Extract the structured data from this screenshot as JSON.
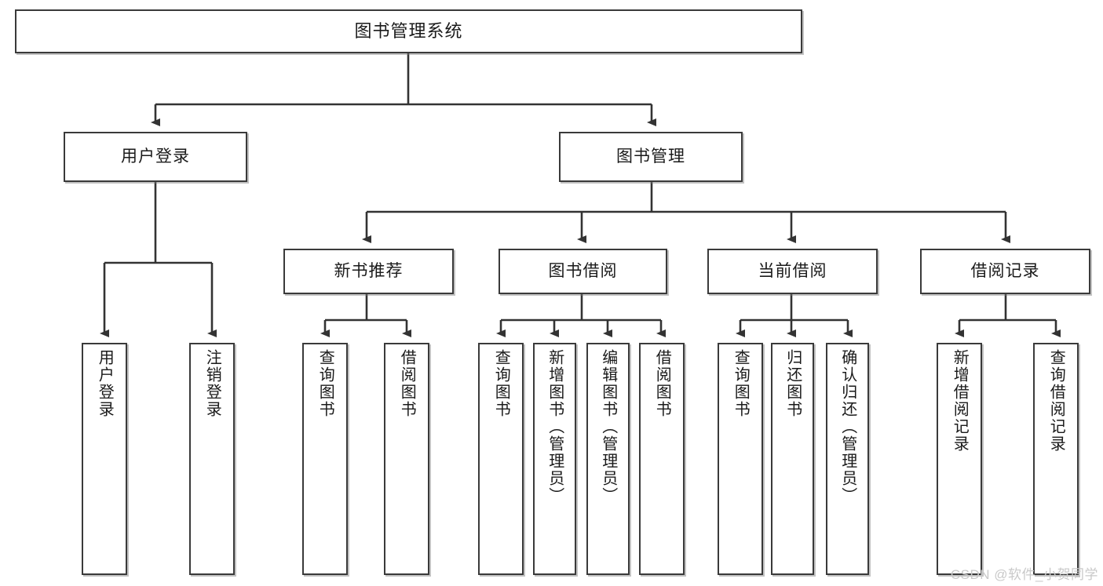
{
  "diagram": {
    "title": "图书管理系统",
    "type": "hierarchy-tree",
    "watermark": "CSDN @软件_小贺同学",
    "colors": {
      "box_border": "#3a3a3a",
      "box_fill": "#ffffff",
      "connector": "#333333",
      "text": "#1a1a1a",
      "watermark": "#c9c9c9"
    },
    "root": {
      "label": "图书管理系统"
    },
    "level2": [
      {
        "label": "用户登录"
      },
      {
        "label": "图书管理"
      }
    ],
    "level3": [
      {
        "label": "新书推荐"
      },
      {
        "label": "图书借阅"
      },
      {
        "label": "当前借阅"
      },
      {
        "label": "借阅记录"
      }
    ],
    "leaves": {
      "user_login": [
        {
          "label": "用户登录"
        },
        {
          "label": "注销登录"
        }
      ],
      "new_book": [
        {
          "label": "查询图书"
        },
        {
          "label": "借阅图书"
        }
      ],
      "book_borrow": [
        {
          "label": "查询图书"
        },
        {
          "label": "新增图书（管理员）"
        },
        {
          "label": "编辑图书（管理员）"
        },
        {
          "label": "借阅图书"
        }
      ],
      "current_borrow": [
        {
          "label": "查询图书"
        },
        {
          "label": "归还图书"
        },
        {
          "label": "确认归还（管理员）"
        }
      ],
      "borrow_record": [
        {
          "label": "新增借阅记录"
        },
        {
          "label": "查询借阅记录"
        }
      ]
    }
  }
}
